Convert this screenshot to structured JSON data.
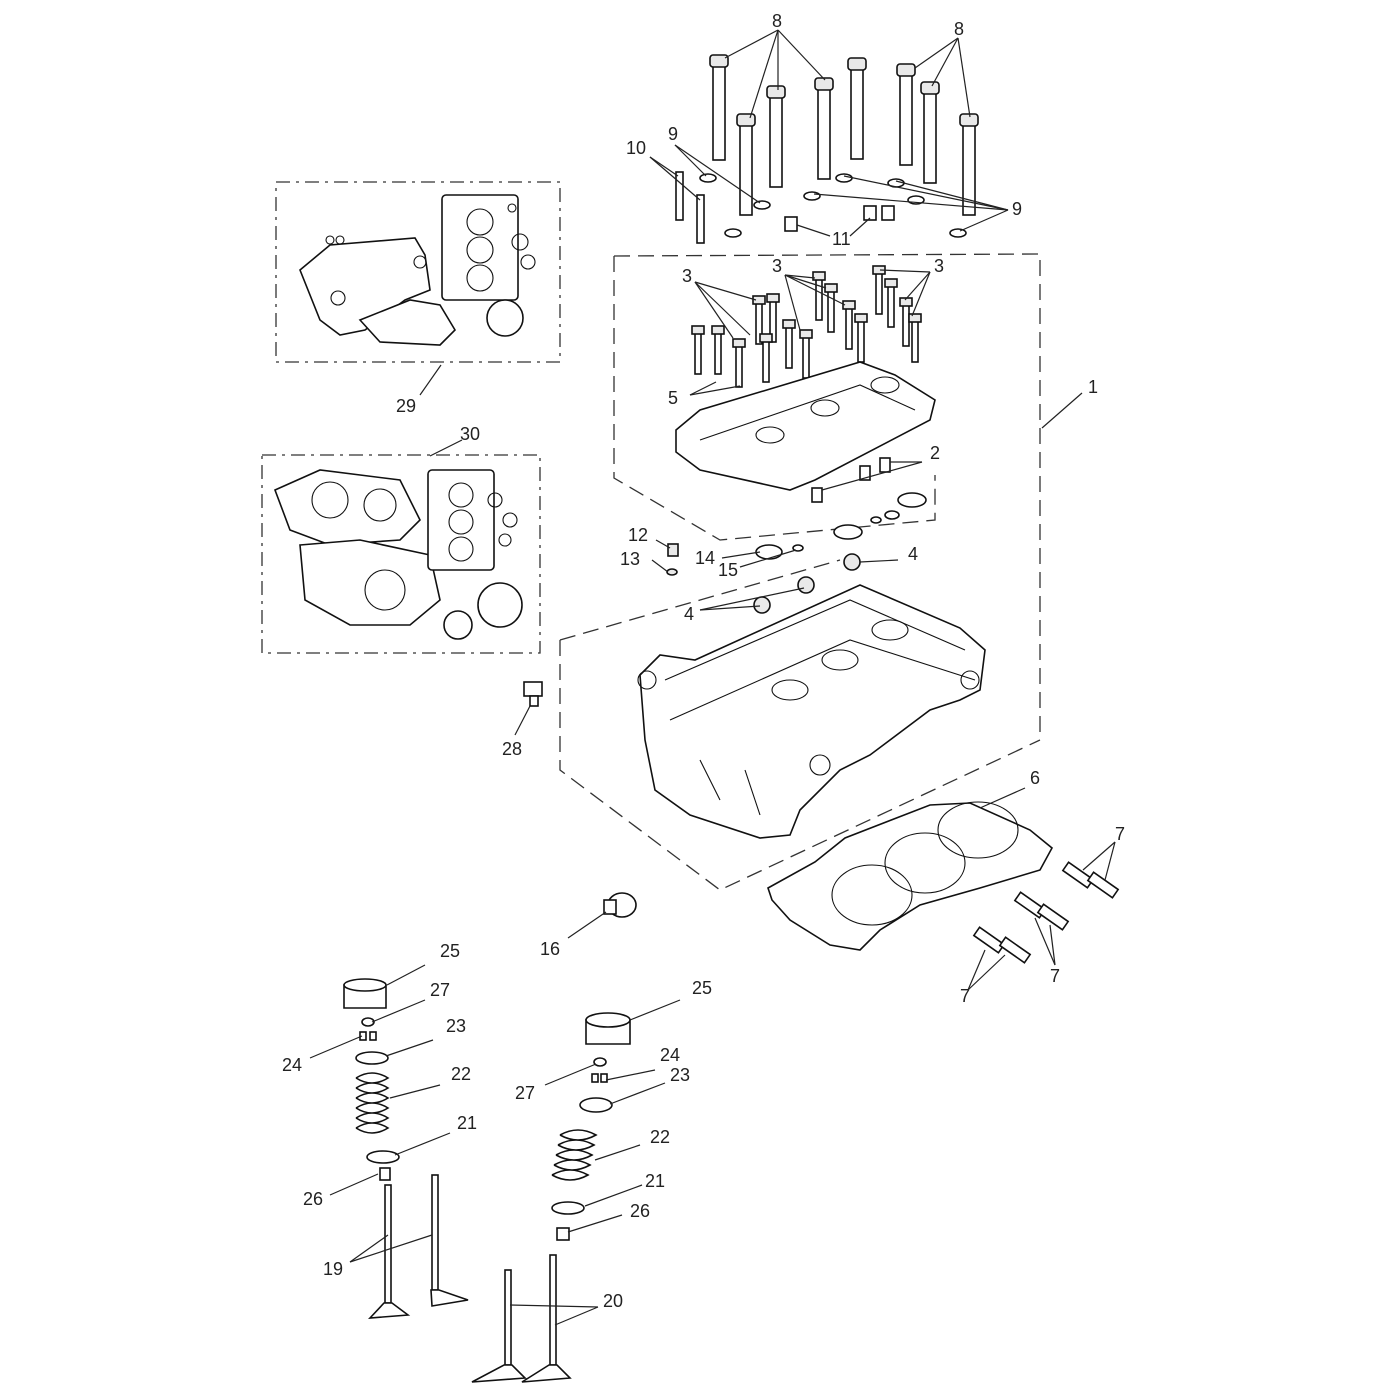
{
  "labels": {
    "p1": "1",
    "p2": "2",
    "p3a": "3",
    "p3b": "3",
    "p3c": "3",
    "p4a": "4",
    "p4b": "4",
    "p5": "5",
    "p6": "6",
    "p7a": "7",
    "p7b": "7",
    "p7c": "7",
    "p8a": "8",
    "p8b": "8",
    "p9a": "9",
    "p9b": "9",
    "p10": "10",
    "p11": "11",
    "p12": "12",
    "p13": "13",
    "p14": "14",
    "p15": "15",
    "p16": "16",
    "p19": "19",
    "p20": "20",
    "p21a": "21",
    "p21b": "21",
    "p22a": "22",
    "p22b": "22",
    "p23a": "23",
    "p23b": "23",
    "p24a": "24",
    "p24b": "24",
    "p25a": "25",
    "p25b": "25",
    "p26a": "26",
    "p26b": "26",
    "p27a": "27",
    "p27b": "27",
    "p28": "28",
    "p29": "29",
    "p30": "30"
  }
}
